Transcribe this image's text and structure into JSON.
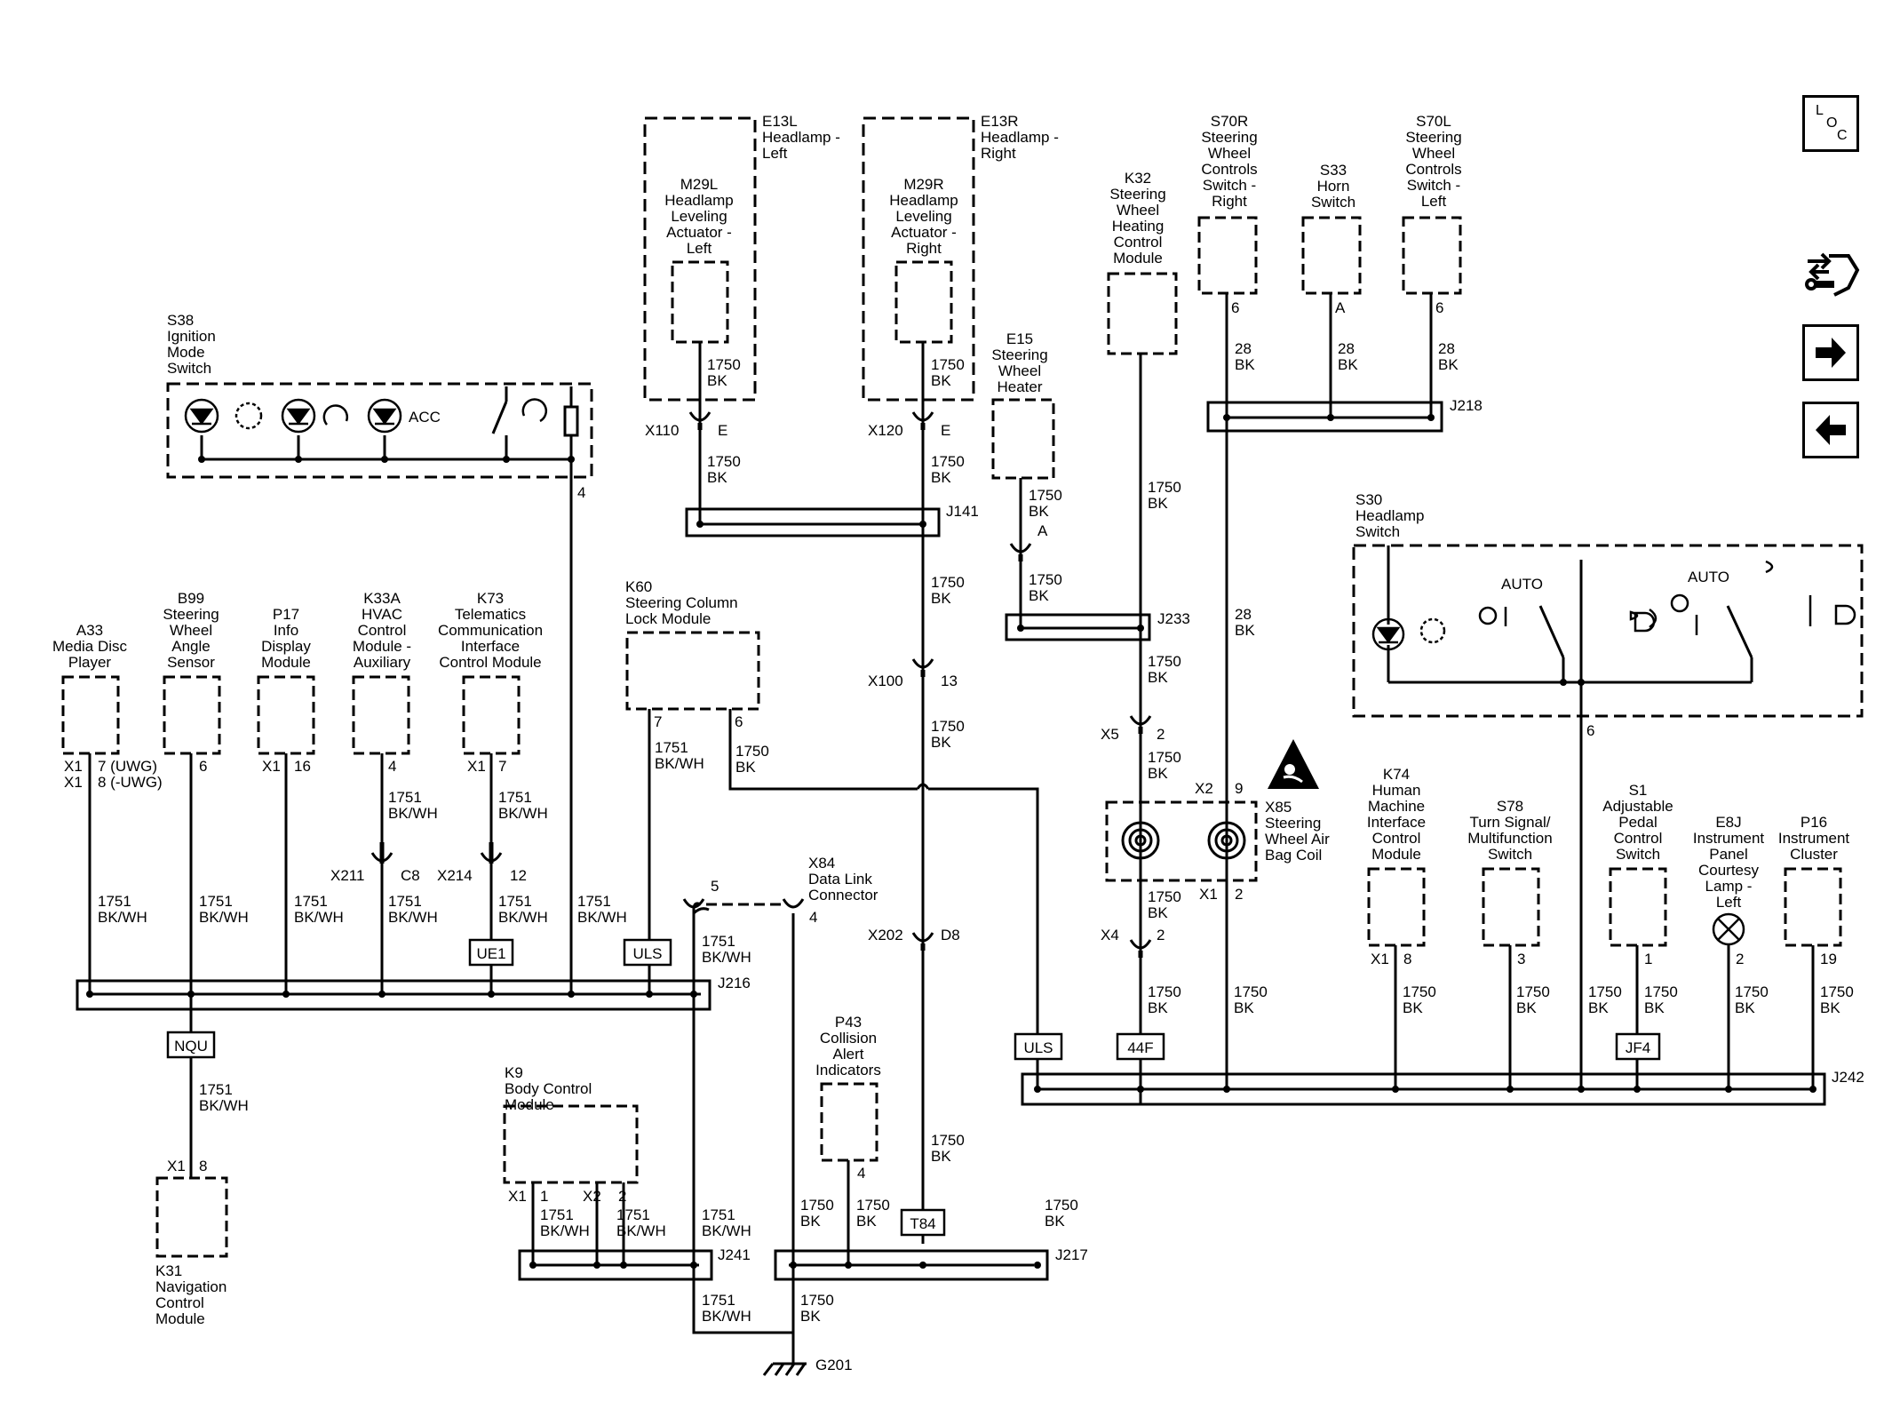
{
  "nav": {
    "loc_label": "LOC",
    "icons": [
      "loc-icon",
      "component-locator-icon",
      "next-page-arrow-icon",
      "previous-page-arrow-icon"
    ]
  },
  "components": {
    "E13L": [
      "E13L",
      "Headlamp -",
      "Left"
    ],
    "E13R": [
      "E13R",
      "Headlamp -",
      "Right"
    ],
    "M29L": [
      "M29L",
      "Headlamp",
      "Leveling",
      "Actuator -",
      "Left"
    ],
    "M29R": [
      "M29R",
      "Headlamp",
      "Leveling",
      "Actuator -",
      "Right"
    ],
    "E15": [
      "E15",
      "Steering",
      "Wheel",
      "Heater"
    ],
    "K32": [
      "K32",
      "Steering",
      "Wheel",
      "Heating",
      "Control",
      "Module"
    ],
    "S70R": [
      "S70R",
      "Steering",
      "Wheel",
      "Controls",
      "Switch -",
      "Right"
    ],
    "S33": [
      "S33",
      "Horn",
      "Switch"
    ],
    "S70L": [
      "S70L",
      "Steering",
      "Wheel",
      "Controls",
      "Switch -",
      "Left"
    ],
    "S38": [
      "S38",
      "Ignition",
      "Mode",
      "Switch"
    ],
    "S38_acc": "ACC",
    "S30": [
      "S30",
      "Headlamp",
      "Switch"
    ],
    "S30_auto": "AUTO",
    "A33": [
      "A33",
      "Media Disc",
      "Player"
    ],
    "B99": [
      "B99",
      "Steering",
      "Wheel",
      "Angle",
      "Sensor"
    ],
    "P17": [
      "P17",
      "Info",
      "Display",
      "Module"
    ],
    "K33A": [
      "K33A",
      "HVAC",
      "Control",
      "Module -",
      "Auxiliary"
    ],
    "K73": [
      "K73",
      "Telematics",
      "Communication",
      "Interface",
      "Control Module"
    ],
    "K60": [
      "K60",
      "Steering Column",
      "Lock Module"
    ],
    "X84": [
      "X84",
      "Data Link",
      "Connector"
    ],
    "X85": [
      "X85",
      "Steering",
      "Wheel Air",
      "Bag Coil"
    ],
    "K74": [
      "K74",
      "Human",
      "Machine",
      "Interface",
      "Control",
      "Module"
    ],
    "S78": [
      "S78",
      "Turn Signal/",
      "Multifunction",
      "Switch"
    ],
    "S1": [
      "S1",
      "Adjustable",
      "Pedal",
      "Control",
      "Switch"
    ],
    "E8J": [
      "E8J",
      "Instrument",
      "Panel",
      "Courtesy",
      "Lamp -",
      "Left"
    ],
    "P16": [
      "P16",
      "Instrument",
      "Cluster"
    ],
    "K9": [
      "K9",
      "Body Control",
      "Module"
    ],
    "P43": [
      "P43",
      "Collision",
      "Alert",
      "Indicators"
    ],
    "K31": [
      "K31",
      "Navigation",
      "Control",
      "Module"
    ],
    "G201": "G201"
  },
  "wires": {
    "w1750": [
      "1750",
      "BK"
    ],
    "w1751": [
      "1751",
      "BK/WH"
    ],
    "w28": [
      "28",
      "BK"
    ]
  },
  "splices": {
    "J141": "J141",
    "J218": "J218",
    "J233": "J233",
    "J216": "J216",
    "J242": "J242",
    "J241": "J241",
    "J217": "J217"
  },
  "connectors": {
    "X110": "X110",
    "X120": "X120",
    "X100": "X100",
    "X5": "X5",
    "X2": "X2",
    "X1": "X1",
    "X4": "X4",
    "X202": "X202",
    "X211": "X211",
    "X214": "X214"
  },
  "pins": {
    "E": "E",
    "A": "A",
    "13": "13",
    "2": "2",
    "9": "9",
    "6": "6",
    "4": "4",
    "7": "7",
    "16": "16",
    "C8": "C8",
    "12": "12",
    "5": "5",
    "D8": "D8",
    "8": "8",
    "3": "3",
    "1": "1",
    "19": "19",
    "A33_a": "7 (UWG)",
    "A33_b": "8 (-UWG)"
  },
  "option_codes": {
    "UE1": "UE1",
    "ULS": "ULS",
    "NQU": "NQU",
    "F44": "44F",
    "JF4": "JF4",
    "T84": "T84"
  }
}
